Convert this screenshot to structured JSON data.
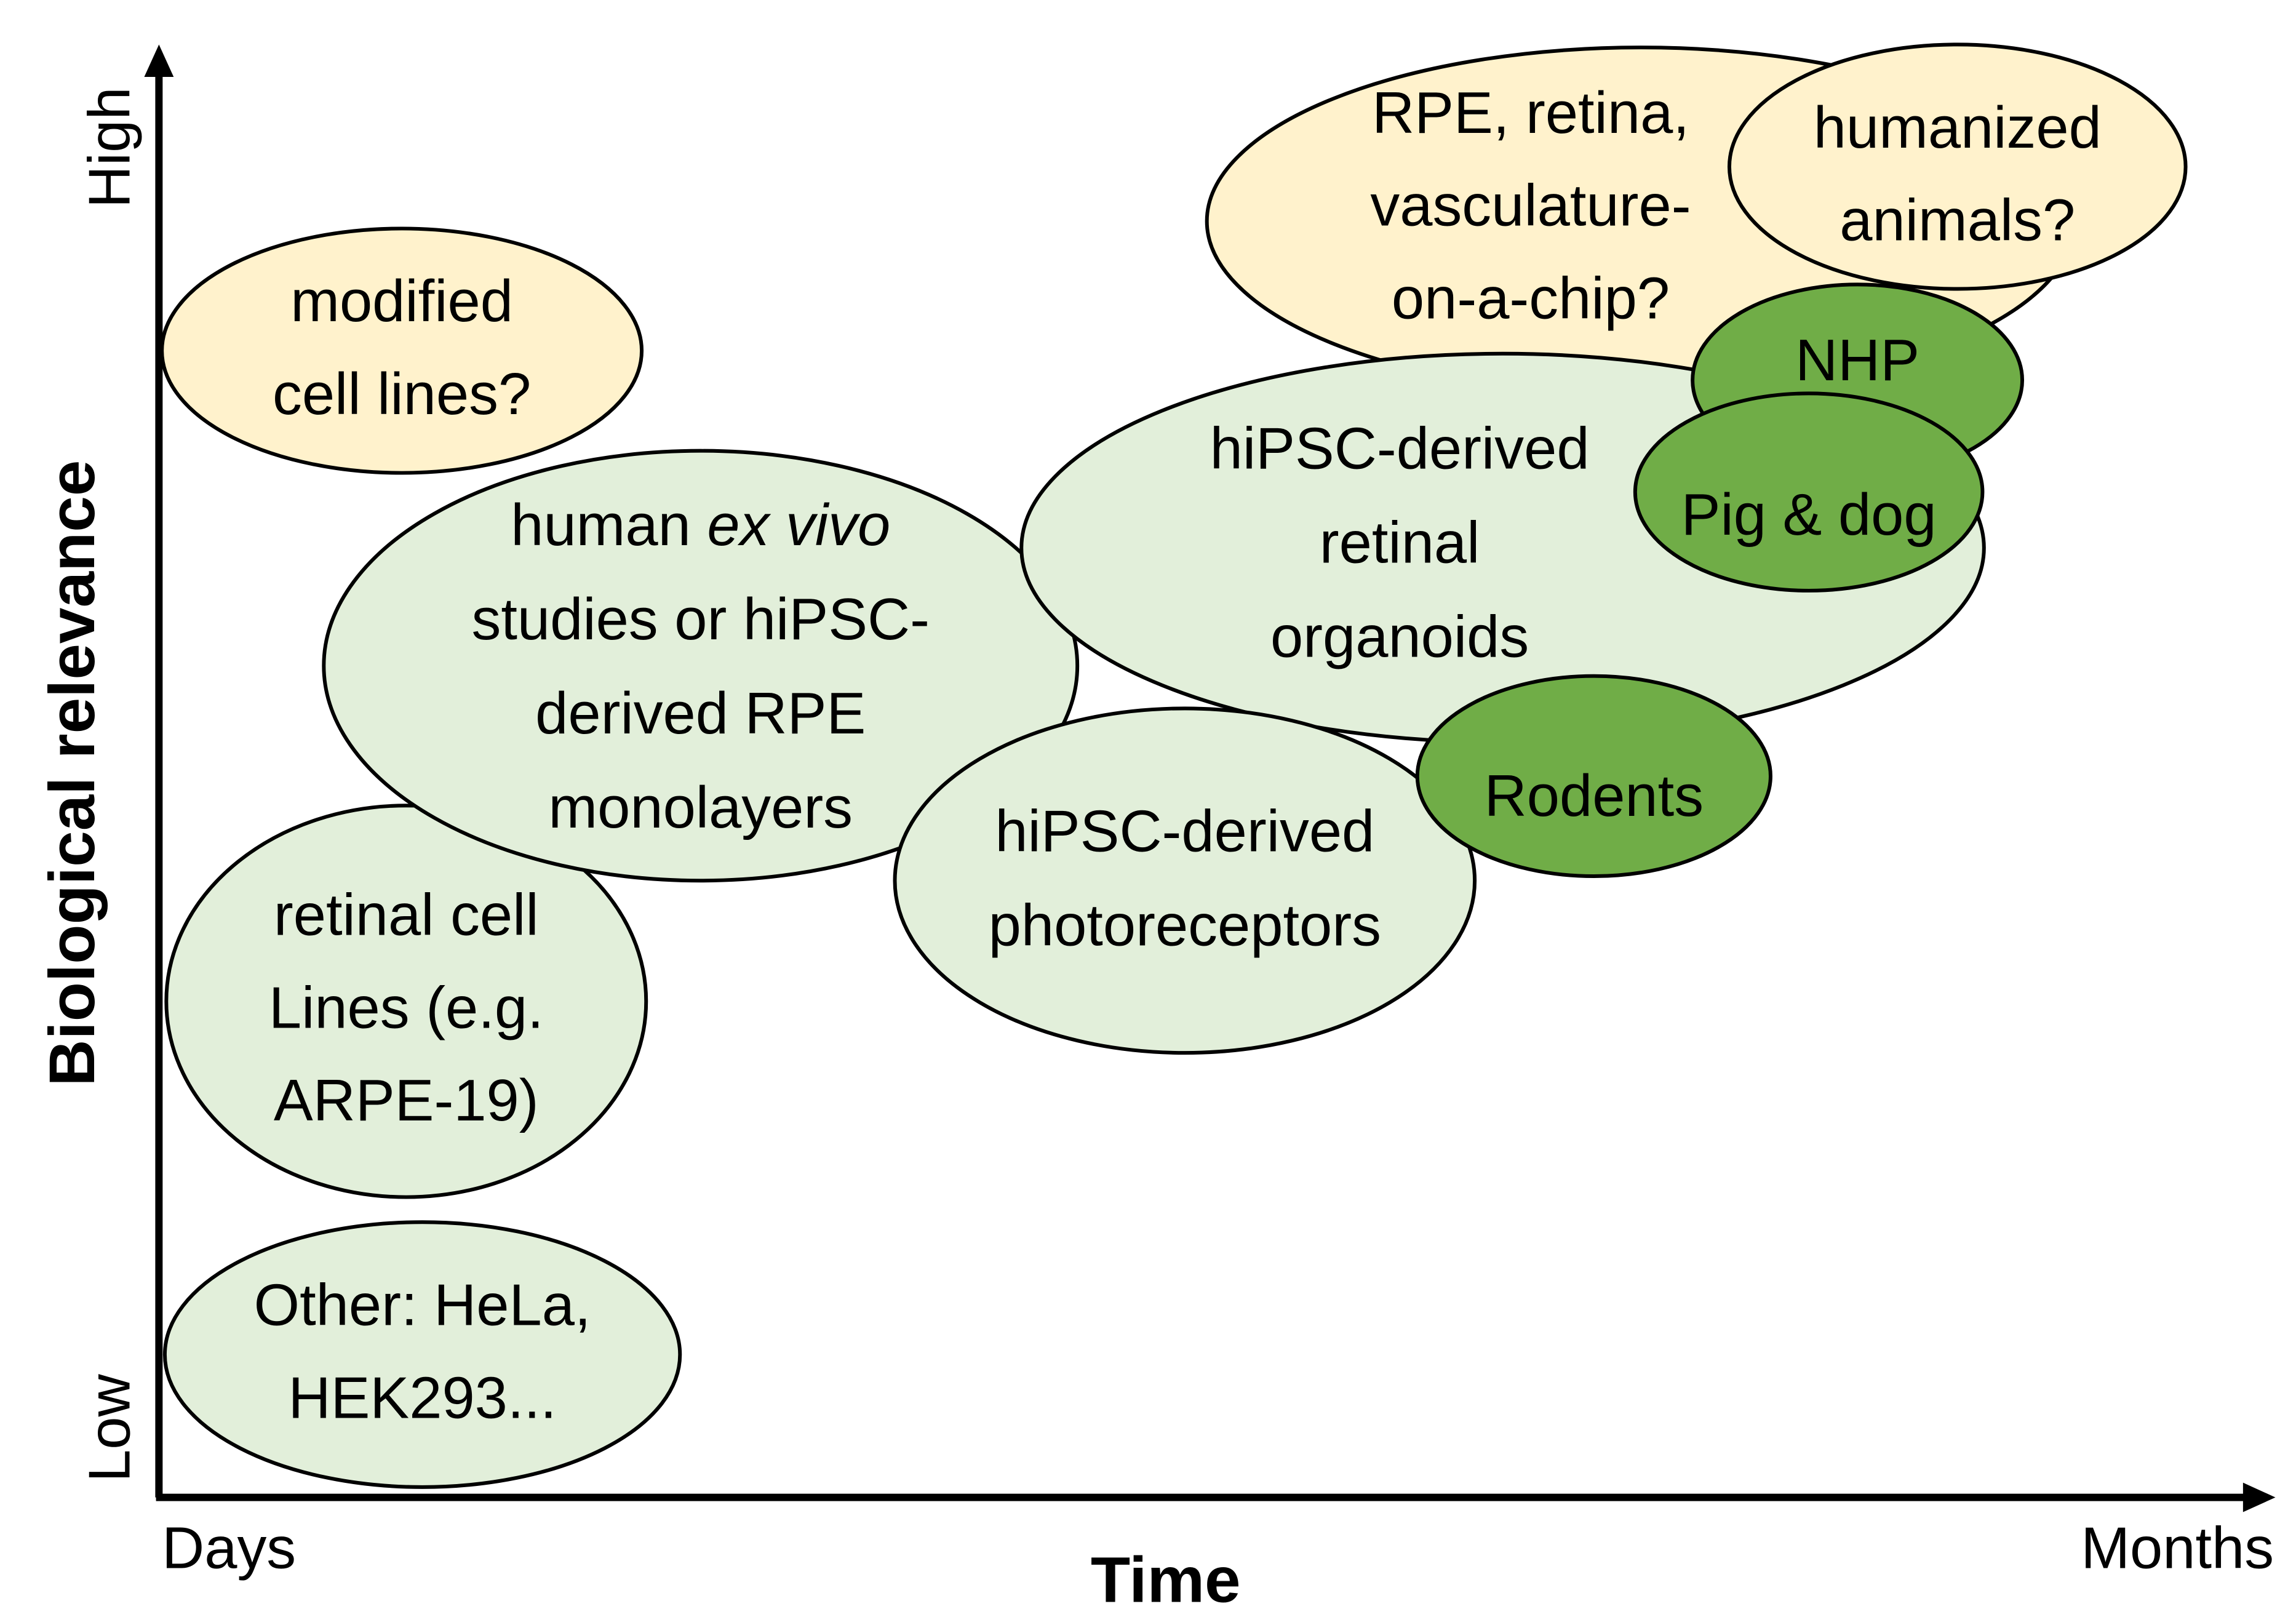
{
  "axes": {
    "y_title": "Biological relevance",
    "y_low": "Low",
    "y_high": "High",
    "x_title": "Time",
    "x_low": "Days",
    "x_high": "Months"
  },
  "colors": {
    "cream": "#FFF2CC",
    "light_green": "#E2EFDA",
    "dark_green": "#70AD47",
    "outline": "#000000"
  },
  "nodes": [
    {
      "id": "rpe-chip",
      "fill": "cream",
      "lines": [
        [
          "RPE, retina,"
        ],
        [
          "vasculature-"
        ],
        [
          "on-a-chip?"
        ]
      ]
    },
    {
      "id": "humanized-animals",
      "fill": "cream",
      "lines": [
        [
          "humanized"
        ],
        [
          "animals?"
        ]
      ]
    },
    {
      "id": "modified-cell-lines",
      "fill": "cream",
      "lines": [
        [
          "modified"
        ],
        [
          "cell lines?"
        ]
      ]
    },
    {
      "id": "retinal-cell-lines",
      "fill": "light_green",
      "lines": [
        [
          "retinal cell"
        ],
        [
          "Lines (e.g."
        ],
        [
          "ARPE-19)"
        ]
      ]
    },
    {
      "id": "other-cell-lines",
      "fill": "light_green",
      "lines": [
        [
          "Other: HeLa,"
        ],
        [
          "HEK293..."
        ]
      ]
    },
    {
      "id": "human-ex-vivo",
      "fill": "light_green",
      "lines": [
        [
          "human ",
          "ex vivo"
        ],
        [
          "studies or hiPSC-"
        ],
        [
          "derived RPE"
        ],
        [
          "monolayers"
        ]
      ]
    },
    {
      "id": "retinal-organoids",
      "fill": "light_green",
      "lines": [
        [
          "hiPSC-derived"
        ],
        [
          "retinal"
        ],
        [
          "organoids"
        ]
      ]
    },
    {
      "id": "photoreceptors",
      "fill": "light_green",
      "lines": [
        [
          "hiPSC-derived"
        ],
        [
          "photoreceptors"
        ]
      ]
    },
    {
      "id": "nhp",
      "fill": "dark_green",
      "lines": [
        [
          "NHP"
        ]
      ]
    },
    {
      "id": "pig-dog",
      "fill": "dark_green",
      "lines": [
        [
          "Pig & dog"
        ]
      ]
    },
    {
      "id": "rodents",
      "fill": "dark_green",
      "lines": [
        [
          "Rodents"
        ]
      ]
    }
  ]
}
